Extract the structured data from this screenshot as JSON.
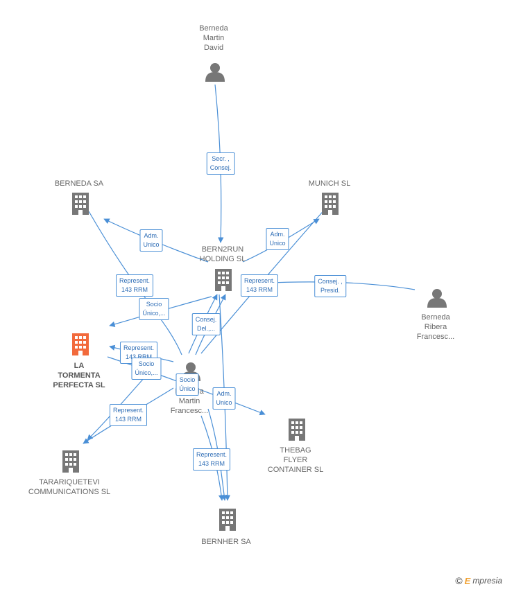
{
  "colors": {
    "edge": "#4a8fd6",
    "node": "#777777",
    "highlight": "#f26a3c"
  },
  "nodes": [
    {
      "id": "berneda-martin-david",
      "type": "person",
      "label": "Berneda\nMartin\nDavid"
    },
    {
      "id": "berneda-sa",
      "type": "company",
      "label": "BERNEDA SA"
    },
    {
      "id": "munich-sl",
      "type": "company",
      "label": "MUNICH SL"
    },
    {
      "id": "bern2run",
      "type": "company",
      "label": "BERN2RUN\nHOLDING SL"
    },
    {
      "id": "berneda-ribera",
      "type": "person",
      "label": "Berneda\nRibera\nFrancesc..."
    },
    {
      "id": "la-tormenta",
      "type": "company-highlight",
      "label": "LA\nTORMENTA\nPERFECTA SL"
    },
    {
      "id": "berneda-martin-francesc",
      "type": "person",
      "label": "Berneda\nMartin\nFrancesc..."
    },
    {
      "id": "thebag",
      "type": "company",
      "label": "THEBAG\nFLYER\nCONTAINER SL"
    },
    {
      "id": "tarariquetevi",
      "type": "company",
      "label": "TARARIQUETEVI\nCOMMUNICATIONS SL"
    },
    {
      "id": "bernher",
      "type": "company",
      "label": "BERNHER SA"
    }
  ],
  "edge_labels": [
    {
      "id": "secr-consej",
      "text": "Secr. ,\nConsej."
    },
    {
      "id": "adm-unico-berneda",
      "text": "Adm.\nUnico"
    },
    {
      "id": "adm-unico-munich",
      "text": "Adm.\nUnico"
    },
    {
      "id": "represent-berneda",
      "text": "Represent.\n143 RRM"
    },
    {
      "id": "represent-bern2run",
      "text": "Represent.\n143 RRM"
    },
    {
      "id": "consej-presid",
      "text": "Consej. ,\nPresid."
    },
    {
      "id": "socio-unico-1",
      "text": "Socio\nÚnico,..."
    },
    {
      "id": "consej-del",
      "text": "Consej.\nDel.,..."
    },
    {
      "id": "represent-tormenta",
      "text": "Represent.\n143 RRM"
    },
    {
      "id": "socio-unico-2",
      "text": "Socio\nÚnico,..."
    },
    {
      "id": "socio-unico-3",
      "text": "Socio\nÚnico"
    },
    {
      "id": "adm-unico-bernher",
      "text": "Adm.\nUnico"
    },
    {
      "id": "represent-tarariquetevi",
      "text": "Represent.\n143 RRM"
    },
    {
      "id": "represent-bernher",
      "text": "Represent.\n143 RRM"
    }
  ],
  "footer": {
    "copyright": "©",
    "brand_first": "E",
    "brand_rest": "mpresia"
  }
}
